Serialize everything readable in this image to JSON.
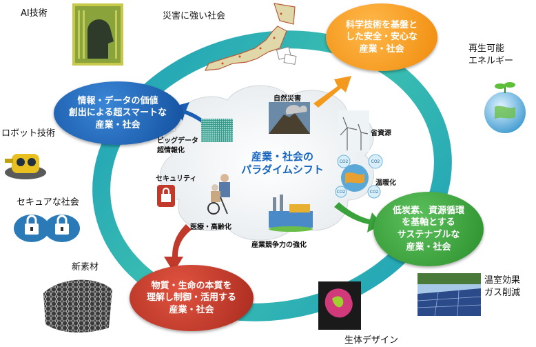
{
  "center": {
    "title": "産業・社会の\nパラダイムシフト"
  },
  "bubbles": {
    "top_right": "科学技術を基盤と\nした安全・安心な\n産業・社会",
    "left": "情報・データの価値\n創出による超スマートな\n産業・社会",
    "right": "低炭素、資源循環\nを基軸とする\nサステナブルな\n産業・社会",
    "bottom": "物質・生命の本質を\n理解し制御・活用する\n産業・社会"
  },
  "outer_labels": {
    "ai": "AI技術",
    "disaster": "災害に強い社会",
    "renewable": "再生可能\nエネルギー",
    "robot": "ロボット技術",
    "secure": "セキュアな社会",
    "material": "新素材",
    "greenhouse": "温室効果\nガス削減",
    "biodesign": "生体デザイン"
  },
  "inner_labels": {
    "natural_disaster": "自然災害",
    "resource_saving": "省資源",
    "bigdata": "ビッグデータ\n超情報化",
    "security": "セキュリティ",
    "warming": "温暖化",
    "medical": "医療・高齢化",
    "competitiveness": "産業競争力の強化"
  },
  "co2_labels": [
    "CO2",
    "CO2",
    "CO2",
    "CO2"
  ],
  "colors": {
    "ring": "#2bb3c0",
    "orange": "#f39a1e",
    "blue": "#1a5fb4",
    "green": "#3aa23a",
    "red": "#c0392b",
    "center_text": "#1565c0"
  }
}
